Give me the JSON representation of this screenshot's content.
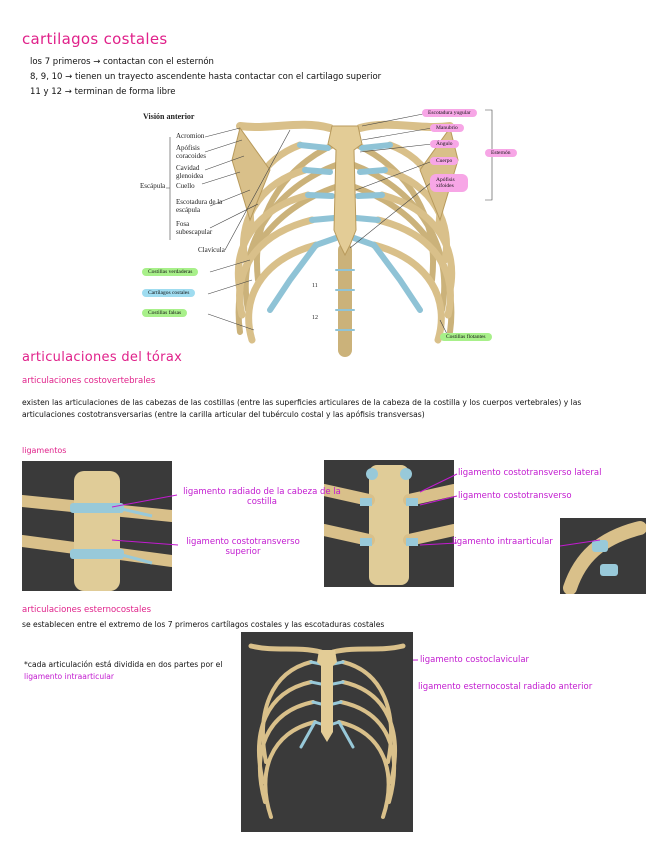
{
  "section1": {
    "title": "cartilagos costales",
    "lines": [
      "los 7 primeros → contactan con el esternón",
      "8, 9, 10 → tienen un trayecto ascendente hasta contactar con el cartilago superior",
      "11 y 12 → terminan de forma libre"
    ]
  },
  "figure1": {
    "view_title": "Visión anterior",
    "left_labels": [
      "Acromion",
      "Apófisis coracoides",
      "Cavidad glenoidea",
      "Cuello",
      "Escotadura de la escápula",
      "Fosa subescapular",
      "Clavícula"
    ],
    "escapula": "Escápula",
    "green_labels": [
      "Costillas verdaderas",
      "Costillas falsas"
    ],
    "blue_label": "Cartílagos costales",
    "right_pink": [
      "Escotadura yugular",
      "Manubrio",
      "Ángulo",
      "Cuerpo",
      "Apófisis xifoides"
    ],
    "esternon": "Esternón",
    "floating": "Costillas flotantes",
    "rib_numbers": [
      "11",
      "12"
    ]
  },
  "section2": {
    "title": "articulaciones del tórax",
    "sub1": "articulaciones costovertebrales",
    "para": "existen las articulaciones de las cabezas de las costillas (entre las superficies articulares de la cabeza de la costilla y los cuerpos vertebrales) y las articulaciones costotransversarias (entre la carilla articular del tubérculo costal y las apófisis transversas)",
    "ligamentos": "ligamentos",
    "ann_left": [
      "ligamento radiado de la cabeza de la costilla",
      "ligamento costotransverso superior"
    ],
    "ann_right": [
      "ligamento costotransverso lateral",
      "ligamento costotransverso",
      "ligamento intraarticular"
    ],
    "sub2": "articulaciones esternocostales",
    "para2": "se establecen entre el extremo de los 7 primeros cartílagos costales y las escotaduras costales",
    "note_prefix": "*cada articulación está dividida en dos partes por el",
    "note_link": "ligamento intraarticular",
    "ann_bottom": [
      "ligamento costoclavicular",
      "ligamento esternocostal radiado anterior"
    ]
  }
}
